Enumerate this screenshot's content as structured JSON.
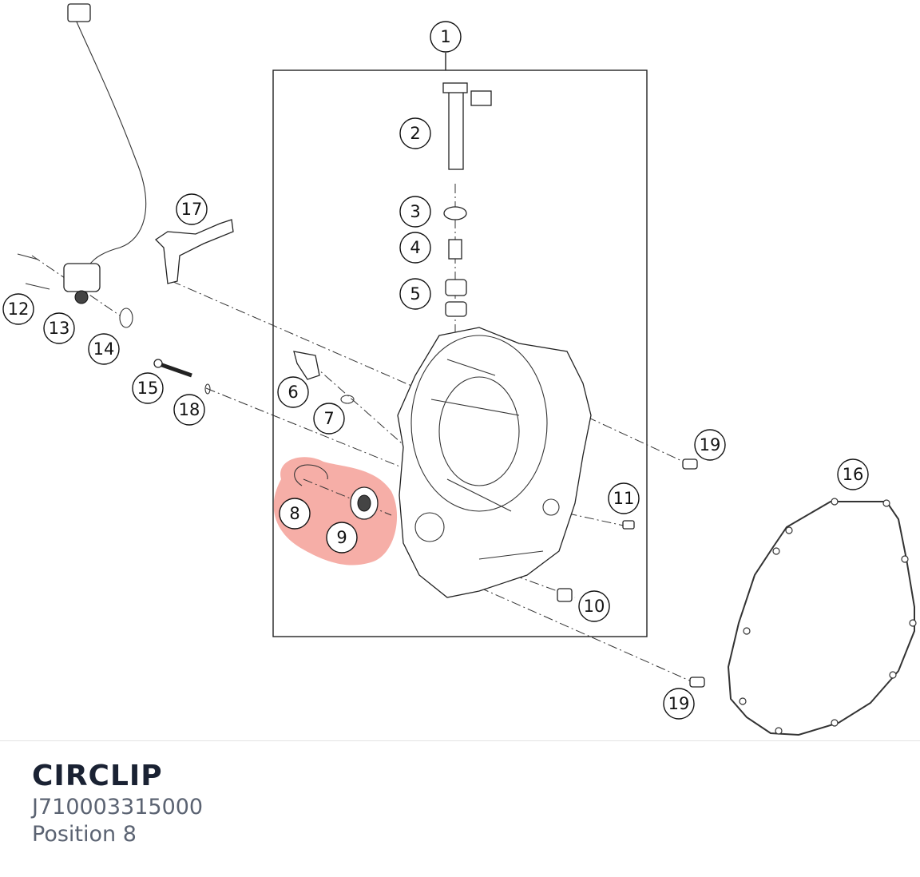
{
  "diagram": {
    "callouts": [
      "1",
      "2",
      "3",
      "4",
      "5",
      "6",
      "7",
      "8",
      "9",
      "10",
      "11",
      "12",
      "13",
      "14",
      "15",
      "16",
      "17",
      "18",
      "19",
      "19"
    ],
    "highlight_color": "#f28b82",
    "highlighted_positions": [
      "8",
      "9"
    ]
  },
  "part": {
    "name": "CIRCLIP",
    "number": "J710003315000",
    "position_label": "Position 8"
  }
}
